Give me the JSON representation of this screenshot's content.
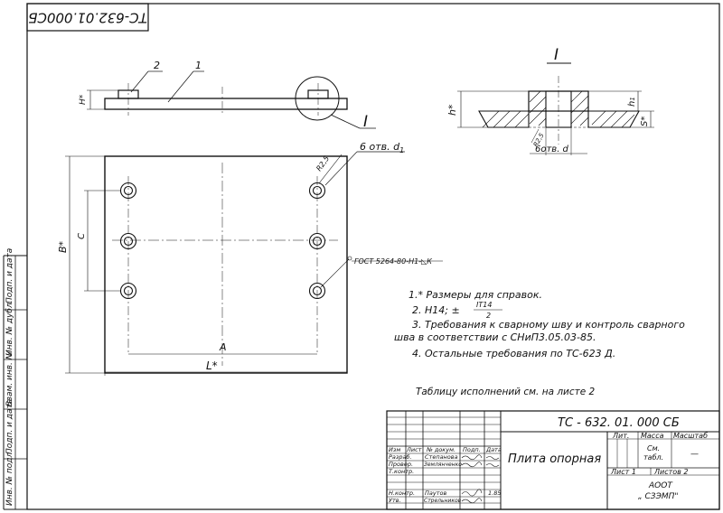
{
  "stamp_top": "ТС-632.01.000СБ",
  "side_labels": [
    "Подп. и дата",
    "Инв. № дубл.",
    "Взам. инв. №",
    "Подп. и дата",
    "Инв. № подл."
  ],
  "callouts": {
    "part2": "2",
    "part1": "1",
    "detail_ref": "I",
    "detail_title": "I"
  },
  "dims": {
    "h_star_left": "H*",
    "holes": "6 отв. d",
    "holes_sub": "1",
    "r25": "R2,5",
    "weld": "ГОСТ 5264-80-Н1-◺К",
    "B_star": "B*",
    "C": "C",
    "A": "A",
    "L_star": "L*",
    "h_star": "h*",
    "h1": "h",
    "h1_sub": "1",
    "s_star": "S*",
    "r25b": "R2,5",
    "holes_d": "6отв. d"
  },
  "notes": [
    "1.* Размеры для справок.",
    "2.  Н14;  ±",
    "IT14",
    "2",
    "3.  Требования  к сварному шву и контроль сварного",
    "шва в соответствии с СНиП3.05.03-85.",
    "4.  Остальные требования по ТС-623 Д."
  ],
  "table_note": "Таблицу исполнений см. на листе 2",
  "title_block": {
    "designation": "ТС - 632. 01. 000 СБ",
    "name": "Плита опорная",
    "head": [
      "Изм",
      "Лист",
      "№ докум.",
      "Подп.",
      "Дата"
    ],
    "roles": [
      "Разраб.",
      "Провер.",
      "Т.контр.",
      "Н.контр.",
      "Утв."
    ],
    "names": [
      "Степанова",
      "Землянченко",
      "",
      "Паутов",
      "Стрельников"
    ],
    "dates": [
      "",
      "",
      "",
      "1.85",
      ""
    ],
    "lit": "Лит.",
    "mass": "Масса",
    "scale": "Масштаб",
    "mass_val": "См.",
    "mass_val2": "табл.",
    "scale_val": "—",
    "sheet": "Лист 1",
    "sheets": "Листов  2",
    "org1": "АООТ",
    "org2": "„ СЗЭМП\""
  }
}
